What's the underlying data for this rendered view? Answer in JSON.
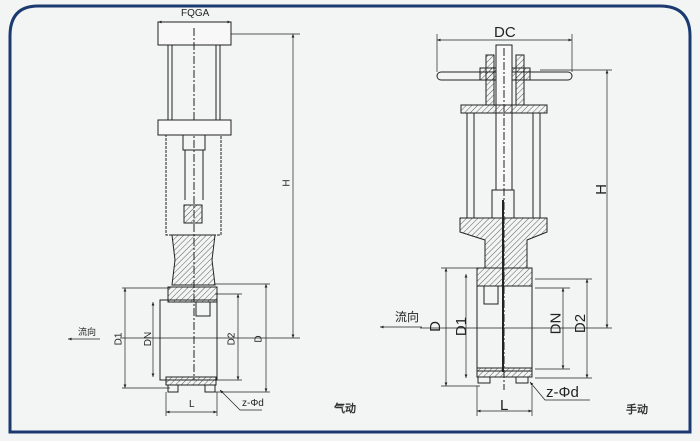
{
  "frame_color": "#1b3a70",
  "pneumatic": {
    "caption": "气动",
    "labels": {
      "width": "FQGA",
      "height": "H",
      "d1": "D1",
      "dn": "DN",
      "d2": "D2",
      "d": "D",
      "flow": "流向",
      "length": "L",
      "bolts": "z-Φd"
    }
  },
  "manual": {
    "caption": "手动",
    "labels": {
      "width": "DC",
      "height": "H",
      "d": "D",
      "d1": "D1",
      "dn": "DN",
      "d2": "D2",
      "flow": "流向",
      "length": "L",
      "bolts": "z-Φd"
    }
  }
}
